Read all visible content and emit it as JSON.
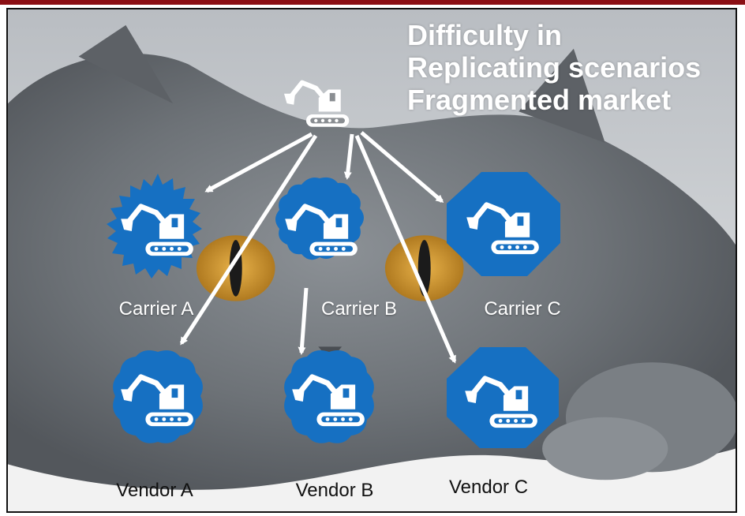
{
  "headline": {
    "lines": [
      "Difficulty in",
      "Replicating scenarios",
      "Fragmented market"
    ],
    "color": "#ffffff"
  },
  "colors": {
    "node_fill": "#1670c2",
    "arrow": "#ffffff",
    "top_bar": "#8b0f14"
  },
  "icon": "excavator-icon",
  "background": "gray-cat-photo",
  "source_node": {
    "icon": "excavator-icon"
  },
  "carriers": [
    {
      "label": "Carrier A",
      "shape": "burst"
    },
    {
      "label": "Carrier B",
      "shape": "scalloped"
    },
    {
      "label": "Carrier C",
      "shape": "octagon"
    }
  ],
  "vendors": [
    {
      "label": "Vendor A",
      "shape": "wavy"
    },
    {
      "label": "Vendor B",
      "shape": "wavy"
    },
    {
      "label": "Vendor C",
      "shape": "octagon"
    }
  ]
}
